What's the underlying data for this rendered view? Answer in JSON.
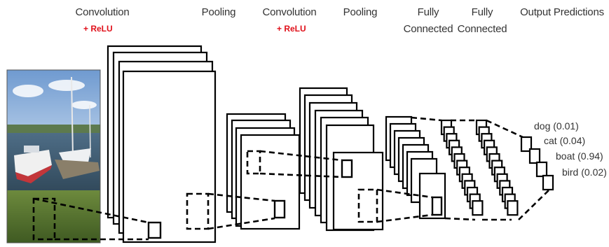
{
  "stage_labels": {
    "conv1": "Convolution",
    "conv1_act": "+ ReLU",
    "pool1": "Pooling",
    "conv2": "Convolution",
    "conv2_act": "+ ReLU",
    "pool2": "Pooling",
    "fc1_line1": "Fully",
    "fc1_line2": "Connected",
    "fc2_line1": "Fully",
    "fc2_line2": "Connected",
    "output": "Output Predictions"
  },
  "predictions": [
    {
      "label": "dog (0.01)"
    },
    {
      "label": "cat (0.04)"
    },
    {
      "label": "boat (0.94)"
    },
    {
      "label": "bird (0.02)"
    }
  ],
  "colors": {
    "relu": "#e0101a",
    "text": "#333333",
    "stroke": "#000000"
  },
  "input_image": {
    "subject": "boat-on-lake-photo"
  }
}
